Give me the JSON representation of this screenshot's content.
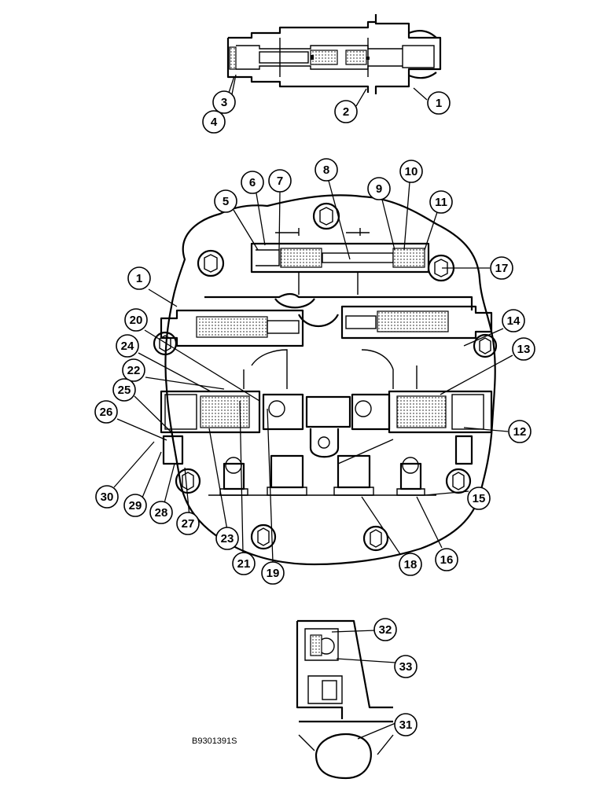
{
  "drawing_code": "B9301391S",
  "callouts": [
    {
      "id": "c1-top",
      "label": "1"
    },
    {
      "id": "c2",
      "label": "2"
    },
    {
      "id": "c3",
      "label": "3"
    },
    {
      "id": "c4",
      "label": "4"
    },
    {
      "id": "c5",
      "label": "5"
    },
    {
      "id": "c6",
      "label": "6"
    },
    {
      "id": "c7",
      "label": "7"
    },
    {
      "id": "c8",
      "label": "8"
    },
    {
      "id": "c9",
      "label": "9"
    },
    {
      "id": "c10",
      "label": "10"
    },
    {
      "id": "c11",
      "label": "11"
    },
    {
      "id": "c17",
      "label": "17"
    },
    {
      "id": "c1-main",
      "label": "1"
    },
    {
      "id": "c20",
      "label": "20"
    },
    {
      "id": "c14",
      "label": "14"
    },
    {
      "id": "c24",
      "label": "24"
    },
    {
      "id": "c13",
      "label": "13"
    },
    {
      "id": "c22",
      "label": "22"
    },
    {
      "id": "c25",
      "label": "25"
    },
    {
      "id": "c26",
      "label": "26"
    },
    {
      "id": "c12",
      "label": "12"
    },
    {
      "id": "c30",
      "label": "30"
    },
    {
      "id": "c29",
      "label": "29"
    },
    {
      "id": "c28",
      "label": "28"
    },
    {
      "id": "c15",
      "label": "15"
    },
    {
      "id": "c27",
      "label": "27"
    },
    {
      "id": "c23",
      "label": "23"
    },
    {
      "id": "c16",
      "label": "16"
    },
    {
      "id": "c18",
      "label": "18"
    },
    {
      "id": "c21",
      "label": "21"
    },
    {
      "id": "c19",
      "label": "19"
    },
    {
      "id": "c32",
      "label": "32"
    },
    {
      "id": "c33",
      "label": "33"
    },
    {
      "id": "c31",
      "label": "31"
    }
  ]
}
